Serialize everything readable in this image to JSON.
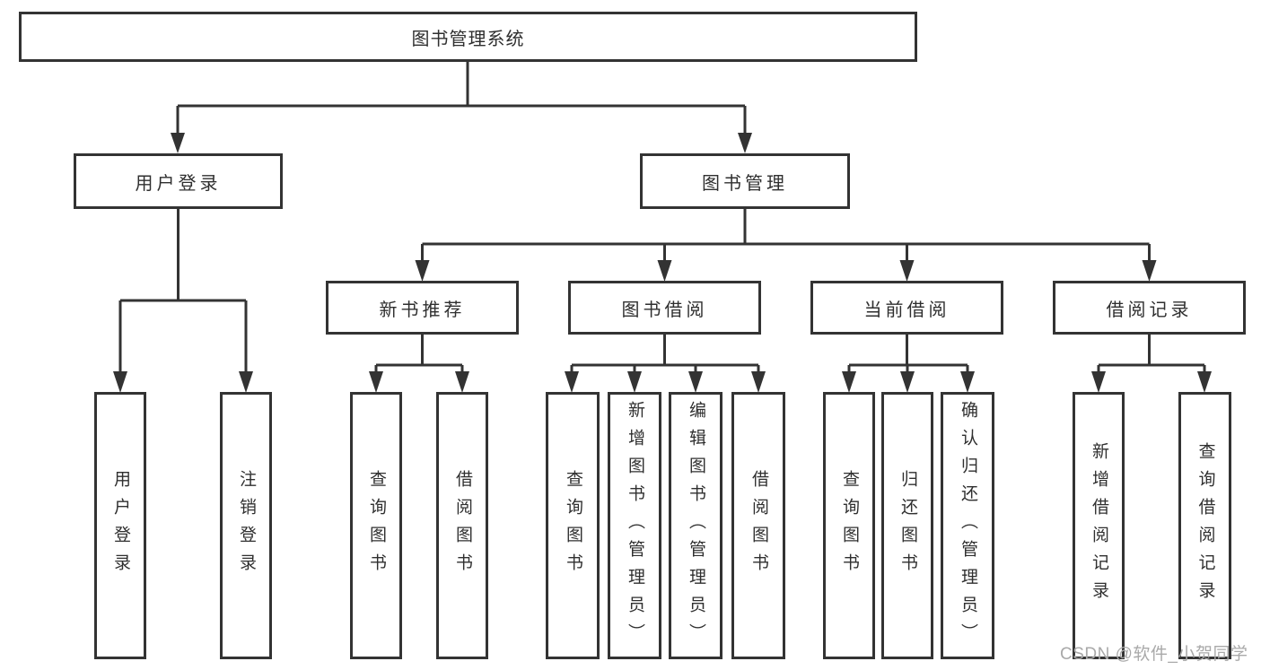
{
  "diagram_type": "functional-structure-tree",
  "nodes": {
    "root": "图书管理系统",
    "user_login": "用户登录",
    "book_management": "图书管理",
    "new_book_recommend": "新书推荐",
    "book_borrowing": "图书借阅",
    "current_borrowing": "当前借阅",
    "borrow_records": "借阅记录",
    "ul_user_login": "用户登录",
    "ul_logout": "注销登录",
    "nb_query_books": "查询图书",
    "nb_borrow_books": "借阅图书",
    "bb_query_books": "查询图书",
    "bb_add_book_admin": "新增图书（管理员）",
    "bb_edit_book_admin": "编辑图书（管理员）",
    "bb_borrow_books": "借阅图书",
    "cb_query_books": "查询图书",
    "cb_return_books": "归还图书",
    "cb_confirm_return_admin": "确认归还（管理员）",
    "br_add_record": "新增借阅记录",
    "br_query_record": "查询借阅记录"
  },
  "hierarchy": {
    "图书管理系统": {
      "用户登录": [
        "用户登录",
        "注销登录"
      ],
      "图书管理": {
        "新书推荐": [
          "查询图书",
          "借阅图书"
        ],
        "图书借阅": [
          "查询图书",
          "新增图书（管理员）",
          "编辑图书（管理员）",
          "借阅图书"
        ],
        "当前借阅": [
          "查询图书",
          "归还图书",
          "确认归还（管理员）"
        ],
        "借阅记录": [
          "新增借阅记录",
          "查询借阅记录"
        ]
      }
    }
  },
  "watermark": "CSDN @软件_小贺同学",
  "colors": {
    "line": "#333333",
    "box_border": "#333333",
    "text": "#2f2f2f",
    "background": "#ffffff",
    "watermark": "#a9a9a9"
  }
}
